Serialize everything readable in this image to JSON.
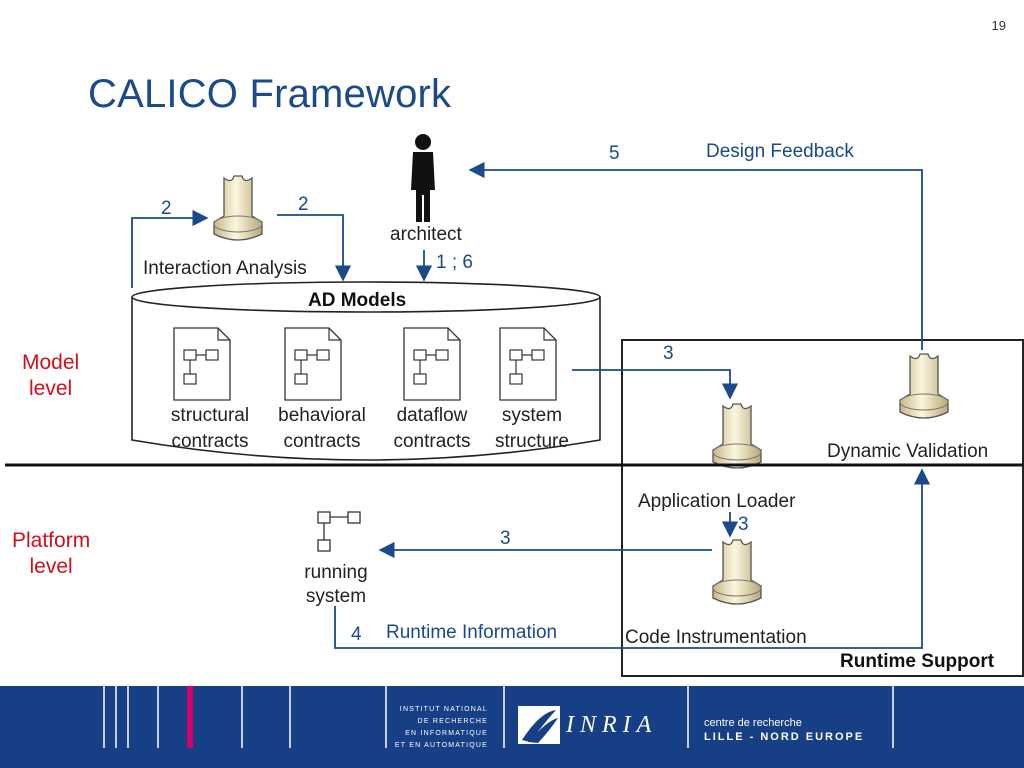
{
  "page_number": "19",
  "title": "CALICO Framework",
  "levels": {
    "model": [
      "Model",
      "level"
    ],
    "platform": [
      "Platform",
      "level"
    ]
  },
  "nodes": {
    "architect": "architect",
    "interaction_analysis": "Interaction Analysis",
    "ad_models": "AD Models",
    "structural": [
      "structural",
      "contracts"
    ],
    "behavioral": [
      "behavioral",
      "contracts"
    ],
    "dataflow": [
      "dataflow",
      "contracts"
    ],
    "system_structure": [
      "system",
      "structure"
    ],
    "dynamic_validation": "Dynamic Validation",
    "application_loader": "Application Loader",
    "code_instrumentation": "Code Instrumentation",
    "runtime_support": "Runtime Support",
    "running_system": [
      "running",
      "system"
    ]
  },
  "edges": {
    "design_feedback_num": "5",
    "design_feedback": "Design Feedback",
    "ia_in": "2",
    "ia_out": "2",
    "architect_num": "1 ; 6",
    "to_loader": "3",
    "loader_to_instr": "3",
    "to_running": "3",
    "runtime_info_num": "4",
    "runtime_info": "Runtime Information"
  },
  "footer": {
    "institute": [
      "INSTITUT NATIONAL",
      "DE RECHERCHE",
      "EN INFORMATIQUE",
      "ET EN AUTOMATIQUE"
    ],
    "logo_text": "INRIA",
    "centre_line1": "centre de recherche",
    "centre_line2": "LILLE - NORD EUROPE"
  },
  "colors": {
    "title": "#1a4a8a",
    "level_label": "#d0101a",
    "footer_bg": "#163f85",
    "arrow": "#1a4a8a",
    "accent_bar": "#d6006f"
  }
}
